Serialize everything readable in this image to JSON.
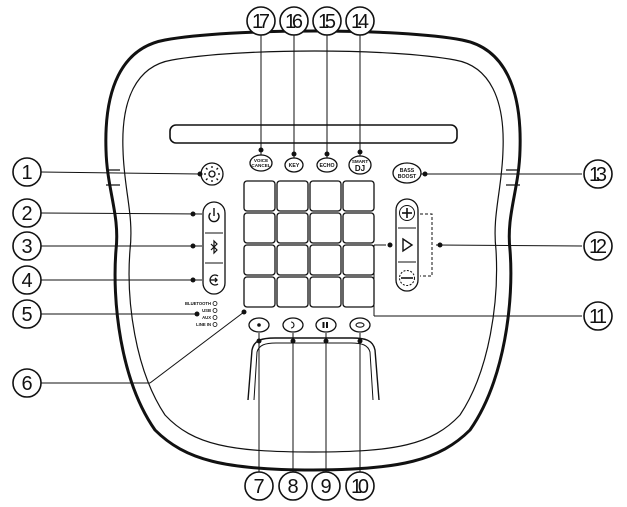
{
  "buttons": {
    "voice_cancel": "VOICE\nCANCEL",
    "key": "KEY",
    "echo": "ECHO",
    "smart": "SMART",
    "dj": "DJ",
    "bass": "BASS",
    "boost": "BOOST"
  },
  "status_labels": [
    "BLUETOOTH",
    "USB",
    "AUX",
    "LINE IN"
  ],
  "callouts": [
    "1",
    "2",
    "3",
    "4",
    "5",
    "6",
    "7",
    "8",
    "9",
    "10",
    "11",
    "12",
    "13",
    "14",
    "15",
    "16",
    "17"
  ]
}
